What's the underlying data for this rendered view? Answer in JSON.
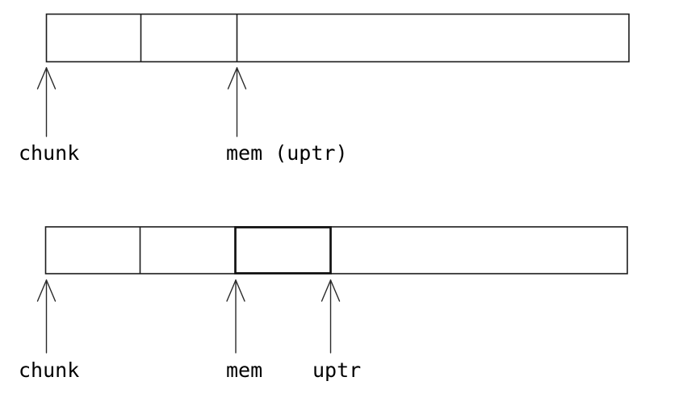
{
  "colors": {
    "background": "#ffffff",
    "line": "#1c1c1c",
    "text": "#000000"
  },
  "diagrams": [
    {
      "segments": 3,
      "pointers": [
        {
          "label": "chunk"
        },
        {
          "label": "mem (uptr)"
        }
      ]
    },
    {
      "segments": 4,
      "pointers": [
        {
          "label": "chunk"
        },
        {
          "label": "mem"
        },
        {
          "label": "uptr"
        }
      ]
    }
  ]
}
